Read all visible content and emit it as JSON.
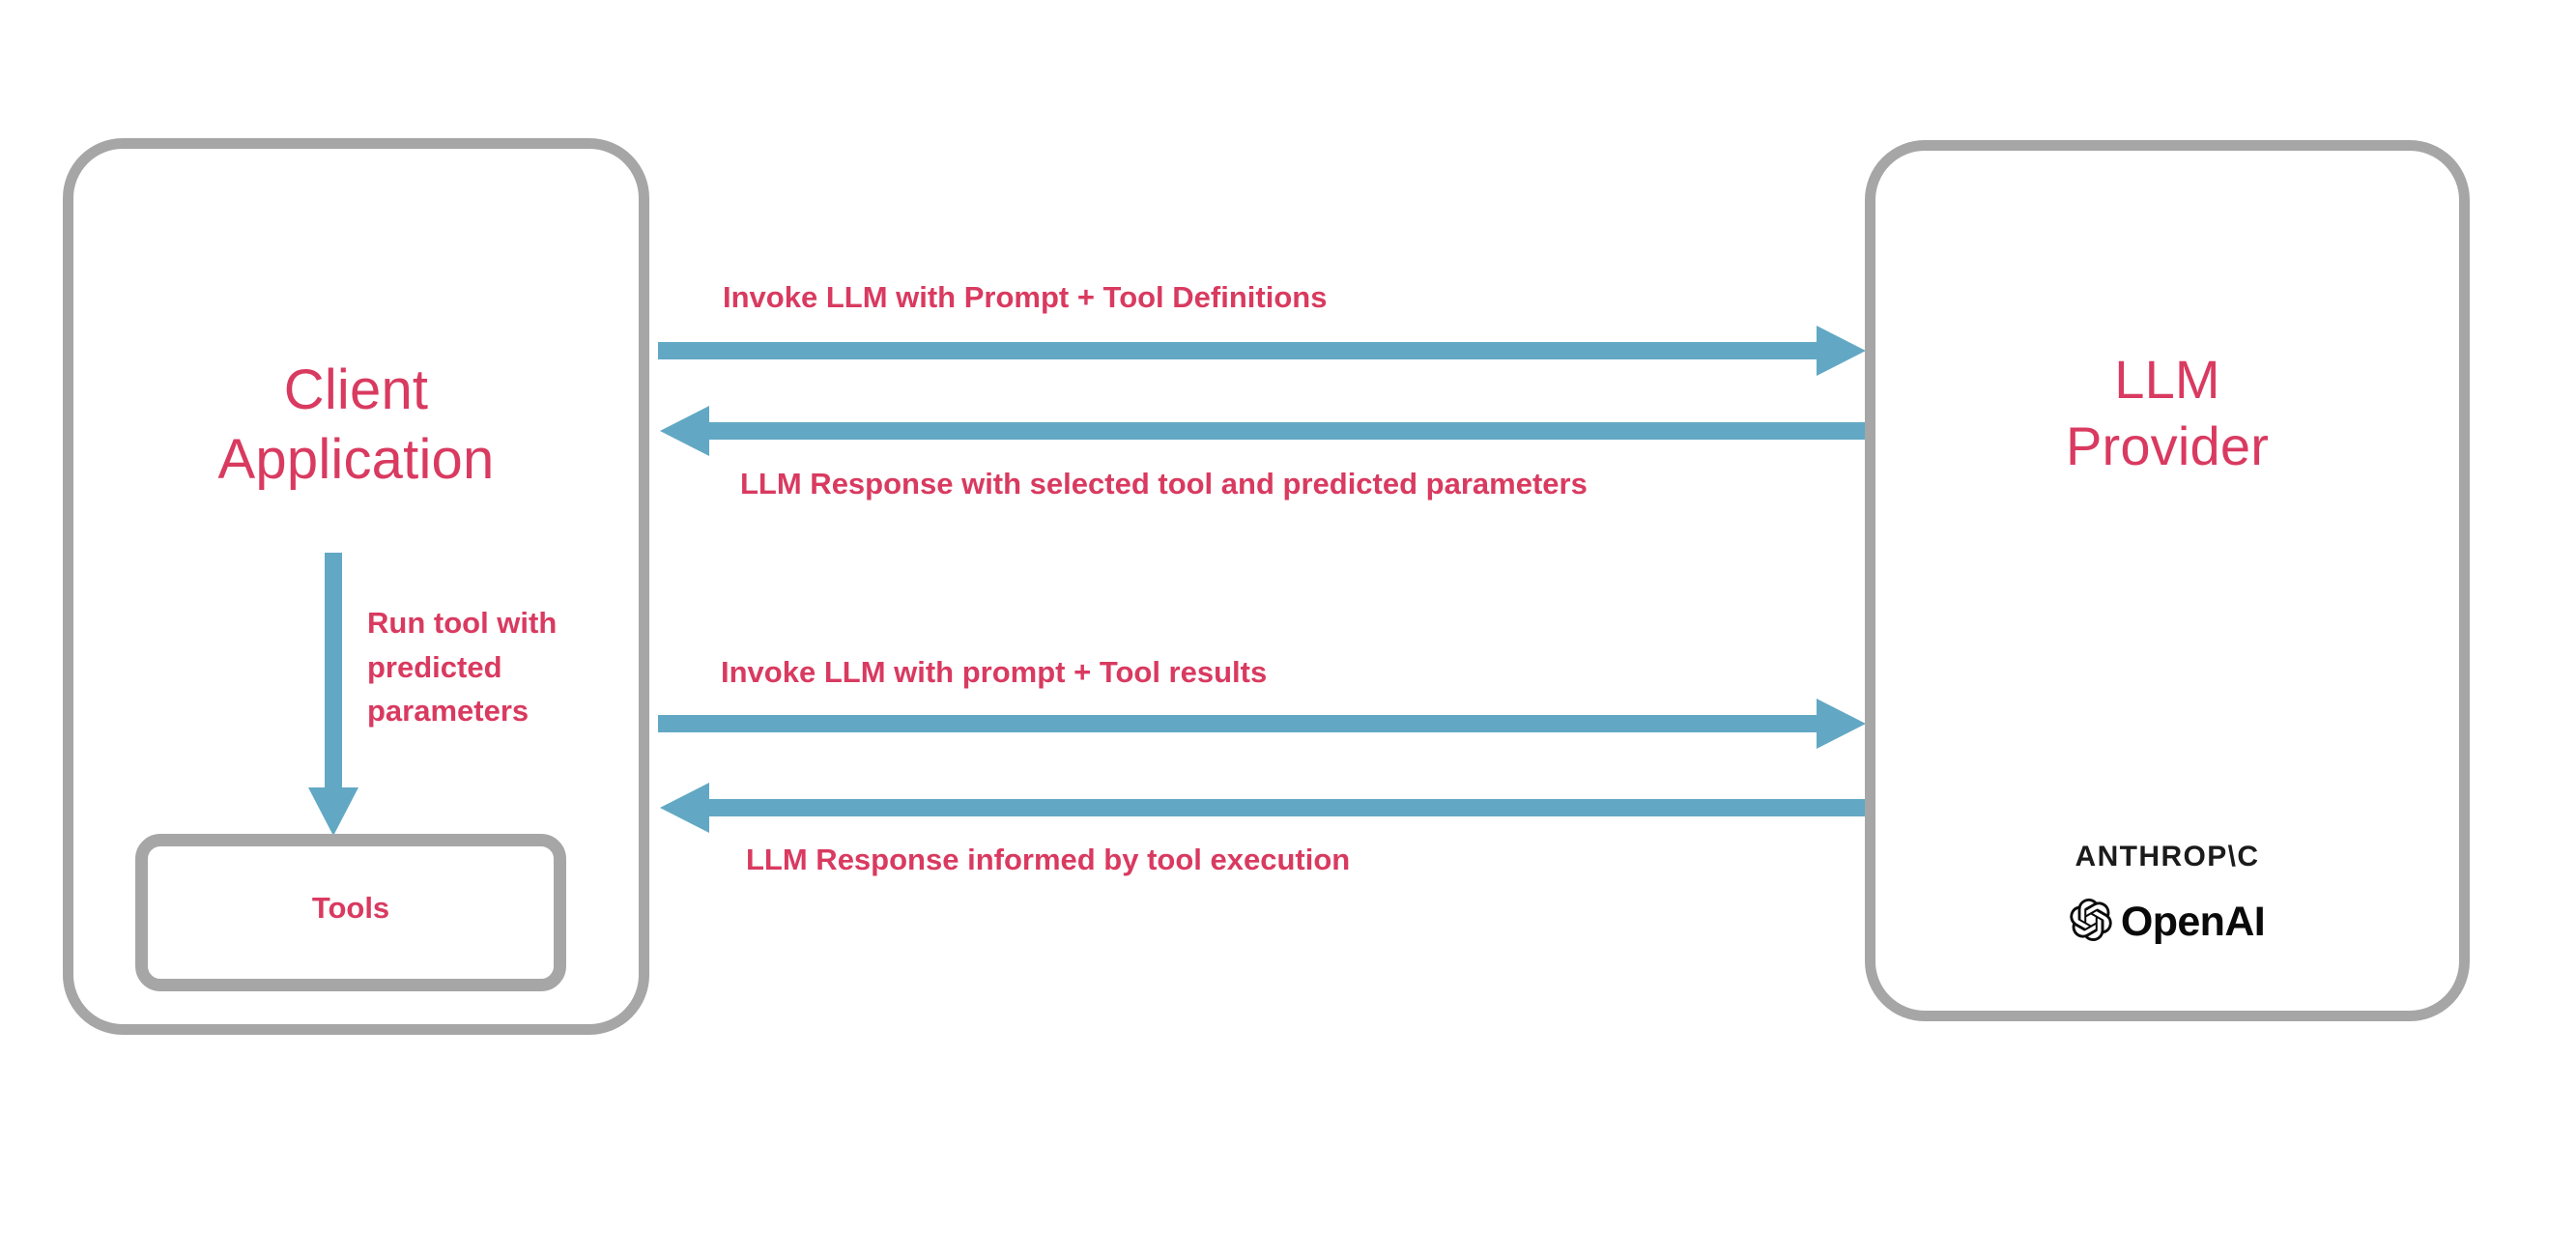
{
  "diagram": {
    "title_colors": {
      "accent_pink": "#d93a60",
      "arrow_blue": "#62a8c4",
      "box_gray": "#a6a6a6",
      "logo_black": "#0a0a0a"
    },
    "nodes": [
      {
        "id": "client",
        "label": "Client\nApplication"
      },
      {
        "id": "llm",
        "label": "LLM\nProvider"
      },
      {
        "id": "tools",
        "label": "Tools"
      }
    ],
    "internal_arrow": {
      "label": "Run tool with\npredicted\nparameters",
      "from": "client",
      "to": "tools",
      "direction": "down"
    },
    "messages": [
      {
        "id": "msg-1",
        "label": "Invoke LLM with Prompt + Tool Definitions",
        "direction": "right",
        "from": "client",
        "to": "llm"
      },
      {
        "id": "msg-2",
        "label": "LLM Response with selected tool and predicted parameters",
        "direction": "left",
        "from": "llm",
        "to": "client"
      },
      {
        "id": "msg-3",
        "label": "Invoke LLM with prompt + Tool results",
        "direction": "right",
        "from": "client",
        "to": "llm"
      },
      {
        "id": "msg-4",
        "label": "LLM Response informed by tool execution",
        "direction": "left",
        "from": "llm",
        "to": "client"
      }
    ],
    "provider_logos": [
      {
        "id": "anthropic",
        "text": "ANTHROP\\C",
        "icon": "anthropic-wordmark"
      },
      {
        "id": "openai",
        "text": "OpenAI",
        "icon": "openai-logo"
      }
    ]
  }
}
